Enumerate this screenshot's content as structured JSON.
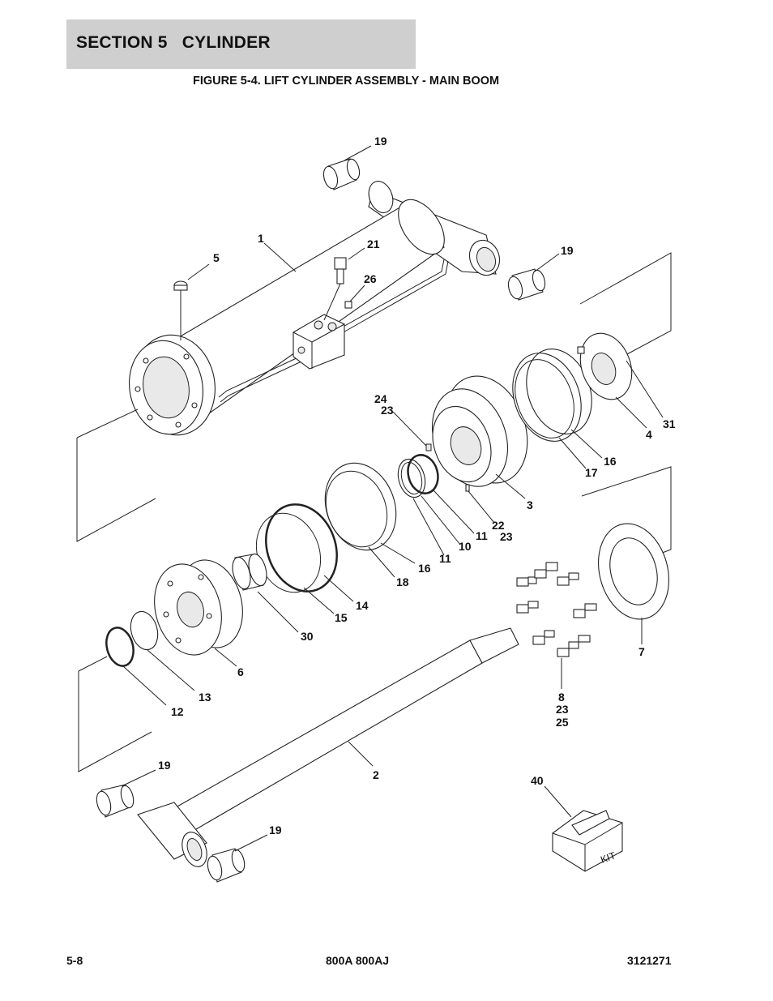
{
  "header": {
    "section": "SECTION 5   CYLINDER"
  },
  "figure": {
    "title": "FIGURE 5-4. LIFT CYLINDER ASSEMBLY - MAIN BOOM"
  },
  "callouts": {
    "c19a": "19",
    "c19b": "19",
    "c19c": "19",
    "c19d": "19",
    "c1": "1",
    "c5": "5",
    "c21": "21",
    "c26": "26",
    "c24": "24",
    "c23a": "23",
    "c23b": "23",
    "c23c": "23",
    "c31": "31",
    "c4": "4",
    "c16a": "16",
    "c16b": "16",
    "c17": "17",
    "c3": "3",
    "c22": "22",
    "c11a": "11",
    "c11b": "11",
    "c10": "10",
    "c18": "18",
    "c14": "14",
    "c15": "15",
    "c30": "30",
    "c6": "6",
    "c13": "13",
    "c12": "12",
    "c7": "7",
    "c8": "8",
    "c25": "25",
    "c2": "2",
    "c40": "40"
  },
  "kit_box": {
    "label": "KIT"
  },
  "footer": {
    "page": "5-8",
    "model": "800A 800AJ",
    "doc_number": "3121271"
  }
}
